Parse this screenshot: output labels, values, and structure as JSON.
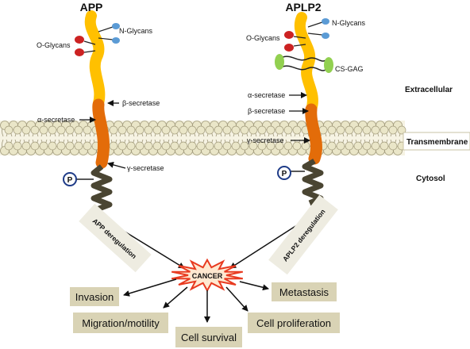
{
  "proteins": {
    "app": {
      "name": "APP",
      "n_glycans": "N-Glycans",
      "o_glycans": "O-Glycans",
      "beta_secretase": "β-secretase",
      "alpha_secretase": "α-secretase",
      "gamma_secretase": "γ-secretase"
    },
    "aplp2": {
      "name": "APLP2",
      "n_glycans": "N-Glycans",
      "o_glycans": "O-Glycans",
      "cs_gag": "CS-GAG",
      "alpha_secretase": "α-secretase",
      "beta_secretase": "β-secretase",
      "gamma_secretase": "γ-secretase"
    }
  },
  "phospho_label": "P",
  "regions": {
    "extracellular": "Extracellular",
    "transmembrane": "Transmembrane",
    "cytosol": "Cytosol"
  },
  "deregulation": {
    "app": "APP deregulation",
    "aplp2": "APLP2 deregulation"
  },
  "center": {
    "label": "CANCER"
  },
  "outcomes": {
    "invasion": "Invasion",
    "metastasis": "Metastasis",
    "migration": "Migration/motility",
    "survival": "Cell survival",
    "proliferation": "Cell proliferation"
  },
  "colors": {
    "extracellular_domain": "#ffc000",
    "transmembrane_domain": "#e36c09",
    "cytosolic_domain": "#4a4532",
    "membrane": "#eae6c8",
    "outcome_box": "#d9d3b5",
    "deregulation_box": "#eeece1",
    "cancer_star": "#e83a20",
    "o_glycan": "#cc2222",
    "n_glycan": "#5b9bd5",
    "cs_gag": "#92d050"
  }
}
